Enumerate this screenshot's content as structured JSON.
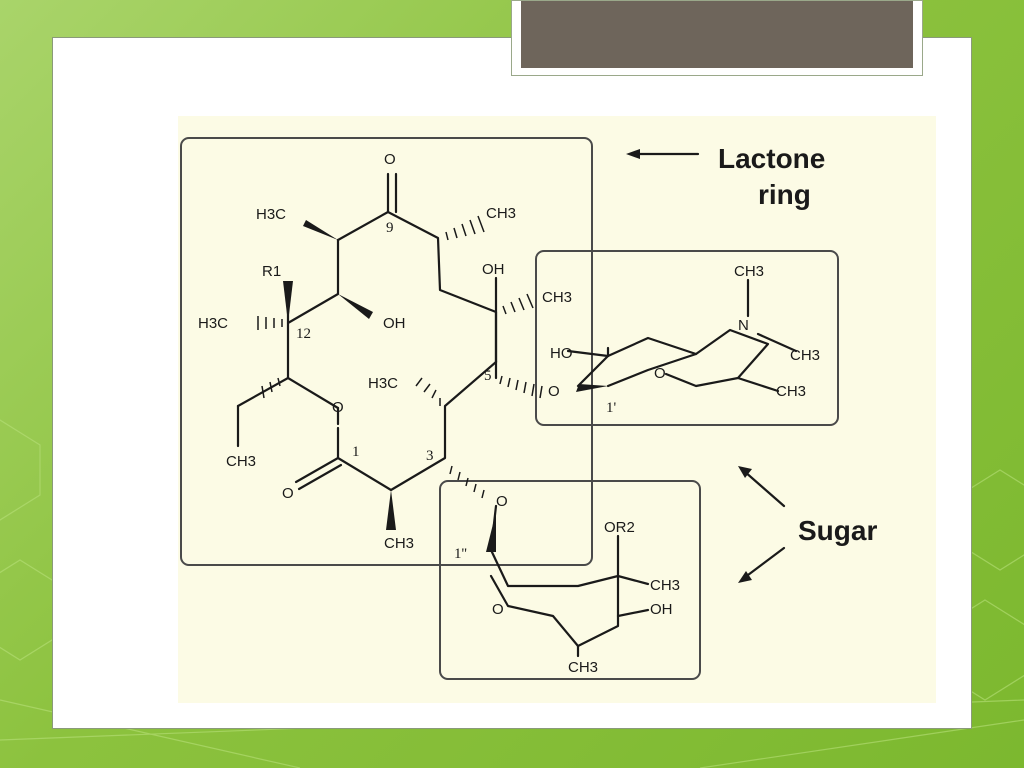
{
  "slide": {
    "title": ""
  },
  "diagram": {
    "labels": {
      "lactone": [
        "Lactone",
        "ring"
      ],
      "sugar": "Sugar"
    },
    "atoms": {
      "o_top": "O",
      "h3c_1": "H3C",
      "ch3_top": "CH3",
      "r1": "R1",
      "h3c_12": "H3C",
      "oh_mid": "OH",
      "oh_top": "OH",
      "ch3_5": "CH3",
      "h3c_6": "H3C",
      "o_ester": "O",
      "ch3_ethyl": "CH3",
      "o_carbonyl": "O",
      "ch3_bottom": "CH3",
      "o_sugar2_link": "O",
      "o_sugar1_link": "O",
      "ho_sugar1": "HO",
      "o_sugar1_ring": "O",
      "n_sugar1": "N",
      "ch3_n_top": "CH3",
      "ch3_n_right": "CH3",
      "ch3_sugar1": "CH3",
      "or2": "OR2",
      "ch3_sugar2": "CH3",
      "oh_sugar2": "OH",
      "o_sugar2_ring": "O",
      "ch3_sugar2_bottom": "CH3"
    },
    "numbers": {
      "n9": "9",
      "n12": "12",
      "n5": "5",
      "n3": "3",
      "n1": "1",
      "n1p": "1'",
      "n1pp": "1''"
    }
  }
}
